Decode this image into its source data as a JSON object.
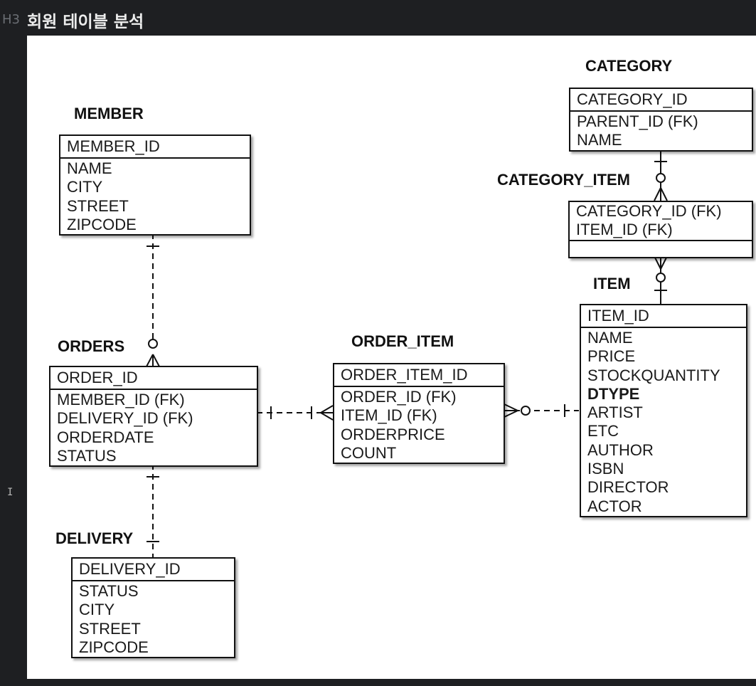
{
  "header": {
    "tag": "H3",
    "title": "회원 테이블 분석"
  },
  "cursor": {
    "icon": "text-cursor-icon",
    "glyph": "I"
  },
  "entities": {
    "member": {
      "name": "MEMBER",
      "pk": "MEMBER_ID",
      "attrs": [
        "NAME",
        "CITY",
        "STREET",
        "ZIPCODE"
      ]
    },
    "orders": {
      "name": "ORDERS",
      "pk": "ORDER_ID",
      "attrs": [
        "MEMBER_ID (FK)",
        "DELIVERY_ID (FK)",
        "ORDERDATE",
        "STATUS"
      ]
    },
    "delivery": {
      "name": "DELIVERY",
      "pk": "DELIVERY_ID",
      "attrs": [
        "STATUS",
        "CITY",
        "STREET",
        "ZIPCODE"
      ]
    },
    "order_item": {
      "name": "ORDER_ITEM",
      "pk": "ORDER_ITEM_ID",
      "attrs": [
        "ORDER_ID (FK)",
        "ITEM_ID (FK)",
        "ORDERPRICE",
        "COUNT"
      ]
    },
    "category": {
      "name": "CATEGORY",
      "pk": "CATEGORY_ID",
      "attrs": [
        "PARENT_ID (FK)",
        "NAME"
      ]
    },
    "category_item": {
      "name": "CATEGORY_ITEM",
      "pk": "CATEGORY_ID (FK)",
      "attrs": [
        "ITEM_ID (FK)"
      ]
    },
    "item": {
      "name": "ITEM",
      "pk": "ITEM_ID",
      "attrs": [
        "NAME",
        "PRICE",
        "STOCKQUANTITY",
        "DTYPE",
        "ARTIST",
        "ETC",
        "AUTHOR",
        "ISBN",
        "DIRECTOR",
        "ACTOR"
      ]
    }
  },
  "relationships": [
    {
      "from": "MEMBER",
      "to": "ORDERS",
      "from_end": "one",
      "to_end": "zero-or-many"
    },
    {
      "from": "ORDERS",
      "to": "DELIVERY",
      "from_end": "one",
      "to_end": "one"
    },
    {
      "from": "ORDERS",
      "to": "ORDER_ITEM",
      "from_end": "one",
      "to_end": "one-or-many"
    },
    {
      "from": "ORDER_ITEM",
      "to": "ITEM",
      "from_end": "zero-or-many",
      "to_end": "one"
    },
    {
      "from": "CATEGORY",
      "to": "CATEGORY_ITEM",
      "from_end": "one",
      "to_end": "zero-or-many"
    },
    {
      "from": "CATEGORY_ITEM",
      "to": "ITEM",
      "from_end": "zero-or-many",
      "to_end": "one"
    }
  ],
  "colors": {
    "app_bg": "#1e1f22",
    "canvas_bg": "#ffffff",
    "ink": "#111111"
  }
}
